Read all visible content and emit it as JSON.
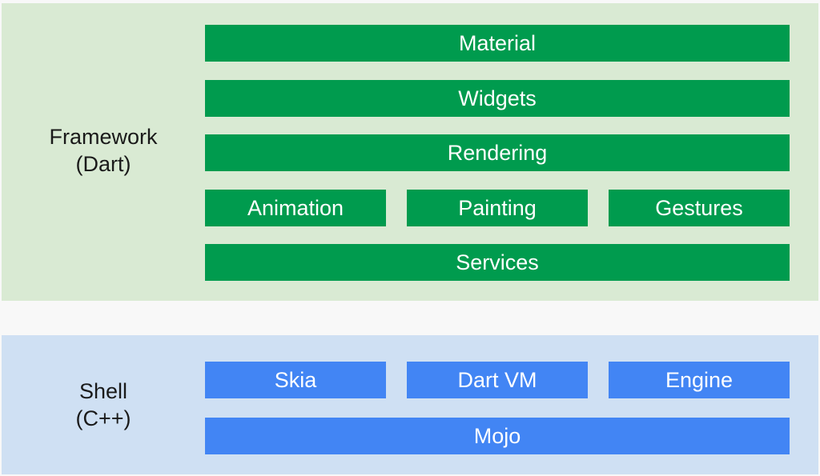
{
  "framework": {
    "label_line1": "Framework",
    "label_line2": "(Dart)",
    "color": "#009b4e",
    "background": "#d9ead3",
    "rows": {
      "material": "Material",
      "widgets": "Widgets",
      "rendering": "Rendering",
      "animation": "Animation",
      "painting": "Painting",
      "gestures": "Gestures",
      "services": "Services"
    }
  },
  "shell": {
    "label_line1": "Shell",
    "label_line2": "(C++)",
    "color": "#4285f4",
    "background": "#cfe0f3",
    "rows": {
      "skia": "Skia",
      "dart_vm": "Dart VM",
      "engine": "Engine",
      "mojo": "Mojo"
    }
  }
}
